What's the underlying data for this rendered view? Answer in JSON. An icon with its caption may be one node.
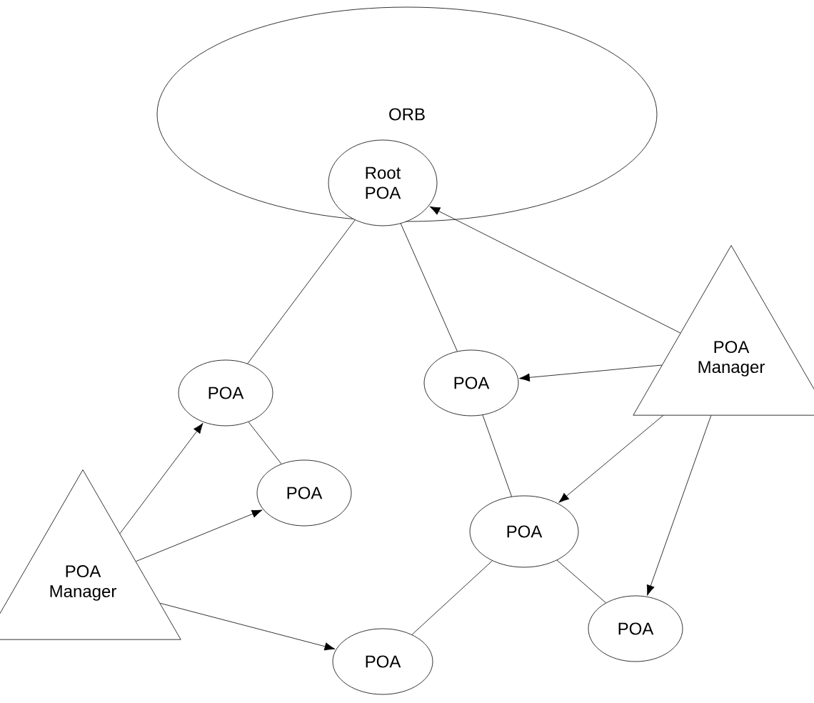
{
  "diagram": {
    "nodes": [
      {
        "text": [
          "ORB"
        ]
      },
      {
        "text": [
          "Root POA"
        ],
        "in": 0
      },
      {
        "text": [
          "POA"
        ]
      },
      {
        "text": [
          "POA"
        ]
      },
      {
        "text": [
          "POA"
        ]
      },
      {
        "text": [
          "POA"
        ]
      },
      {
        "text": [
          "POA"
        ]
      },
      {
        "text": [
          "POA"
        ]
      },
      {
        "text": [
          "POA Manager"
        ]
      },
      {
        "text": [
          "POA Manager"
        ]
      }
    ],
    "edges": [
      {
        "from": 1,
        "to": 2,
        "arrow": "none"
      },
      {
        "from": 1,
        "to": 3,
        "arrow": "none"
      },
      {
        "from": 2,
        "to": 4,
        "arrow": "none"
      },
      {
        "from": 3,
        "to": 5,
        "arrow": "none"
      },
      {
        "from": 5,
        "to": 6,
        "arrow": "none"
      },
      {
        "from": 5,
        "to": 7,
        "arrow": "none"
      },
      {
        "from": 8,
        "to": 1,
        "arrow": "to"
      },
      {
        "from": 8,
        "to": 3,
        "arrow": "to"
      },
      {
        "from": 8,
        "to": 5,
        "arrow": "to"
      },
      {
        "from": 8,
        "to": 7,
        "arrow": "to"
      },
      {
        "from": 9,
        "to": 2,
        "arrow": "to"
      },
      {
        "from": 9,
        "to": 4,
        "arrow": "to"
      },
      {
        "from": 9,
        "to": 6,
        "arrow": "to"
      }
    ]
  }
}
